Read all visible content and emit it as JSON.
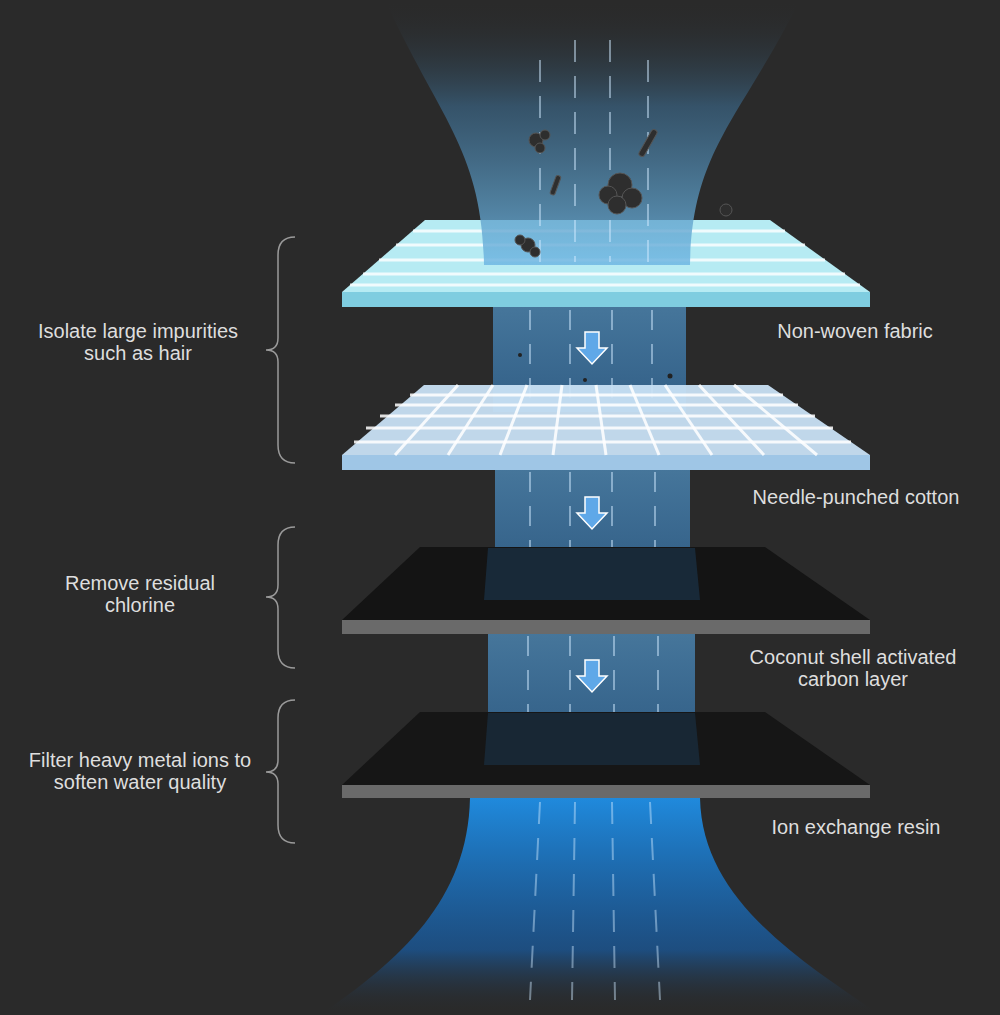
{
  "diagram": {
    "labels": [
      "Isolate large impurities such as hair",
      "Non-woven fabric",
      "Needle-punched cotton",
      "Remove residual chlorine",
      "Coconut shell activated carbon layer",
      "Filter heavy metal ions to soften water quality",
      "Ion exchange resin"
    ]
  }
}
